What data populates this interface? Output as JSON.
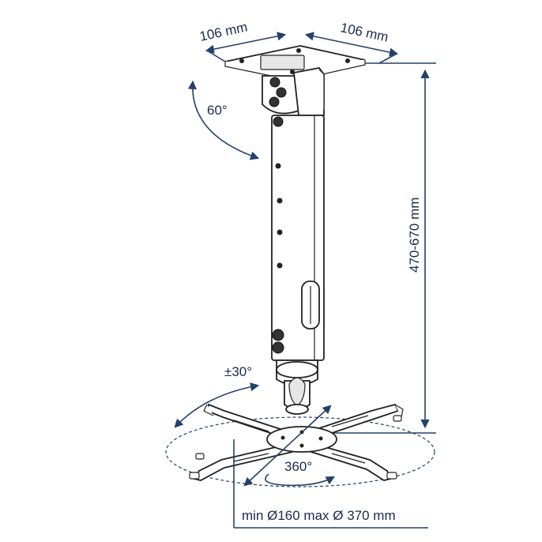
{
  "labels": {
    "plate_width_left": "106 mm",
    "plate_width_right": "106 mm",
    "tilt_angle": "60°",
    "height_range": "470-670 mm",
    "swivel_angle": "±30°",
    "rotation": "360°",
    "bracket_diameter": "min Ø160 max Ø 370 mm"
  },
  "colors": {
    "dimension": "#25406b",
    "text": "#1b2a4e",
    "outline": "#222222"
  }
}
